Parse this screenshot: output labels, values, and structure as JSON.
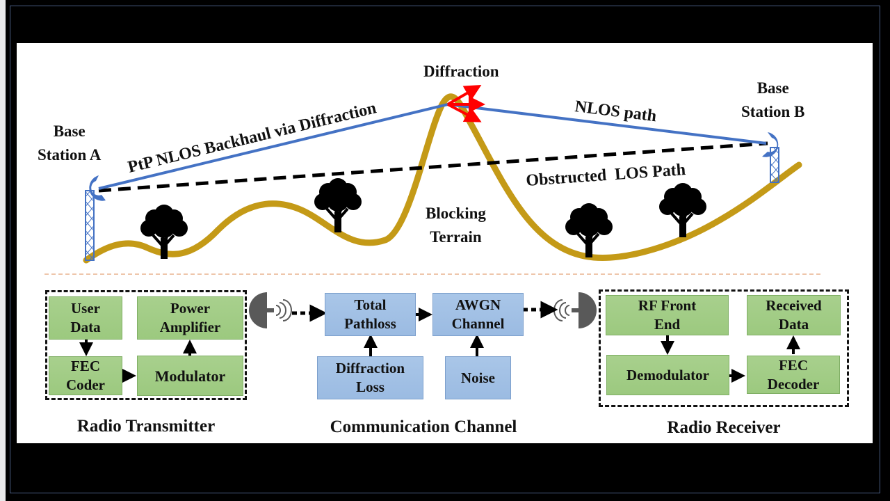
{
  "diagram": {
    "top_scene": {
      "base_station_a": {
        "line1": "Base",
        "line2": "Station A"
      },
      "base_station_b": {
        "line1": "Base",
        "line2": "Station B"
      },
      "diffraction_label": "Diffraction",
      "backhaul_label": "PtP NLOS Backhaul via Diffraction",
      "nlos_label": "NLOS path",
      "los_label": "Obstructed  LOS Path",
      "terrain_label": {
        "line1": "Blocking",
        "line2": "Terrain"
      },
      "colors": {
        "path": "#4472c4",
        "terrain": "#c49a17",
        "diffraction_arrows": "#ff0000",
        "los": "#000000"
      }
    },
    "transmitter": {
      "caption": "Radio Transmitter",
      "blocks": {
        "user_data": {
          "line1": "User",
          "line2": "Data"
        },
        "fec_coder": {
          "line1": "FEC",
          "line2": "Coder"
        },
        "power_amplifier": {
          "line1": "Power",
          "line2": "Amplifier"
        },
        "modulator": "Modulator"
      }
    },
    "channel": {
      "caption": "Communication Channel",
      "blocks": {
        "total_pathloss": {
          "line1": "Total",
          "line2": "Pathloss"
        },
        "awgn_channel": {
          "line1": "AWGN",
          "line2": "Channel"
        },
        "diffraction_loss": {
          "line1": "Diffraction",
          "line2": "Loss"
        },
        "noise": "Noise"
      }
    },
    "receiver": {
      "caption": "Radio Receiver",
      "blocks": {
        "rf_front_end": {
          "line1": "RF Front",
          "line2": "End"
        },
        "received_data": {
          "line1": "Received",
          "line2": "Data"
        },
        "demodulator": "Demodulator",
        "fec_decoder": {
          "line1": "FEC",
          "line2": "Decoder"
        }
      }
    },
    "colors": {
      "tx_rx_block": "#a3cd88",
      "channel_block": "#a3c2e6",
      "antenna": "#595959",
      "separator": "#e8b48f"
    }
  }
}
